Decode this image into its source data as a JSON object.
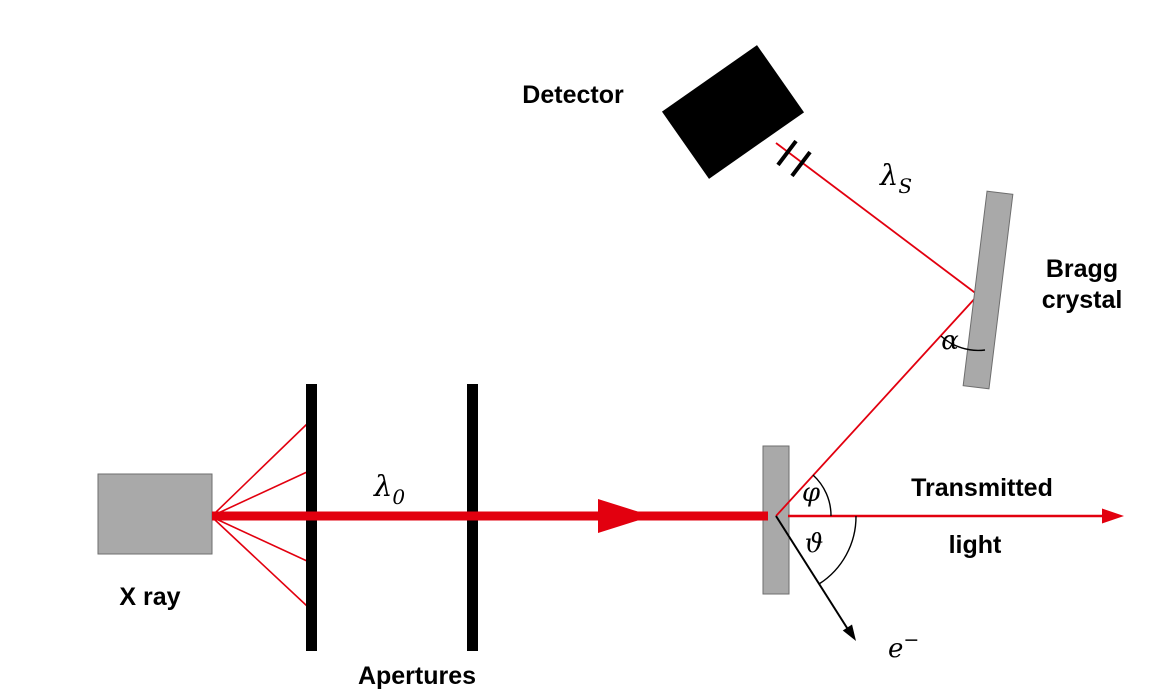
{
  "colors": {
    "beam": "#e2000f",
    "device_gray": "#a9a9a9",
    "ink": "#000000"
  },
  "labels": {
    "detector": "Detector",
    "xray_source": "X ray",
    "apertures": "Apertures",
    "bragg": {
      "line1": "Bragg",
      "line2": "crystal"
    },
    "transmitted": {
      "line1": "Transmitted",
      "line2": "light"
    },
    "incident_wavelength": {
      "base": "λ",
      "sub": "0"
    },
    "scattered_wavelength": {
      "base": "λ",
      "sub": "S"
    },
    "angle_alpha": "α",
    "angle_phi": "φ",
    "angle_theta": "ϑ",
    "electron": {
      "base": "e",
      "sup": "−"
    }
  }
}
